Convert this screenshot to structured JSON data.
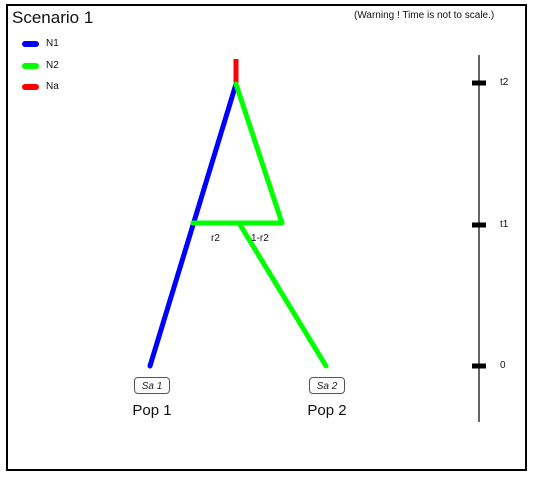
{
  "scenario": {
    "title": "Scenario 1",
    "warning": "(Warning ! Time is not to scale.)"
  },
  "legend": [
    {
      "label": "N1",
      "color": "#0000ff"
    },
    {
      "label": "N2",
      "color": "#00ff00"
    },
    {
      "label": "Na",
      "color": "#ff0000"
    }
  ],
  "admixture": {
    "left_rate": "r2",
    "right_rate": "1-r2"
  },
  "samples": [
    {
      "sample": "Sa 1",
      "population": "Pop 1"
    },
    {
      "sample": "Sa 2",
      "population": "Pop 2"
    }
  ],
  "timeline": {
    "ticks": [
      "t2",
      "t1",
      "0"
    ]
  }
}
